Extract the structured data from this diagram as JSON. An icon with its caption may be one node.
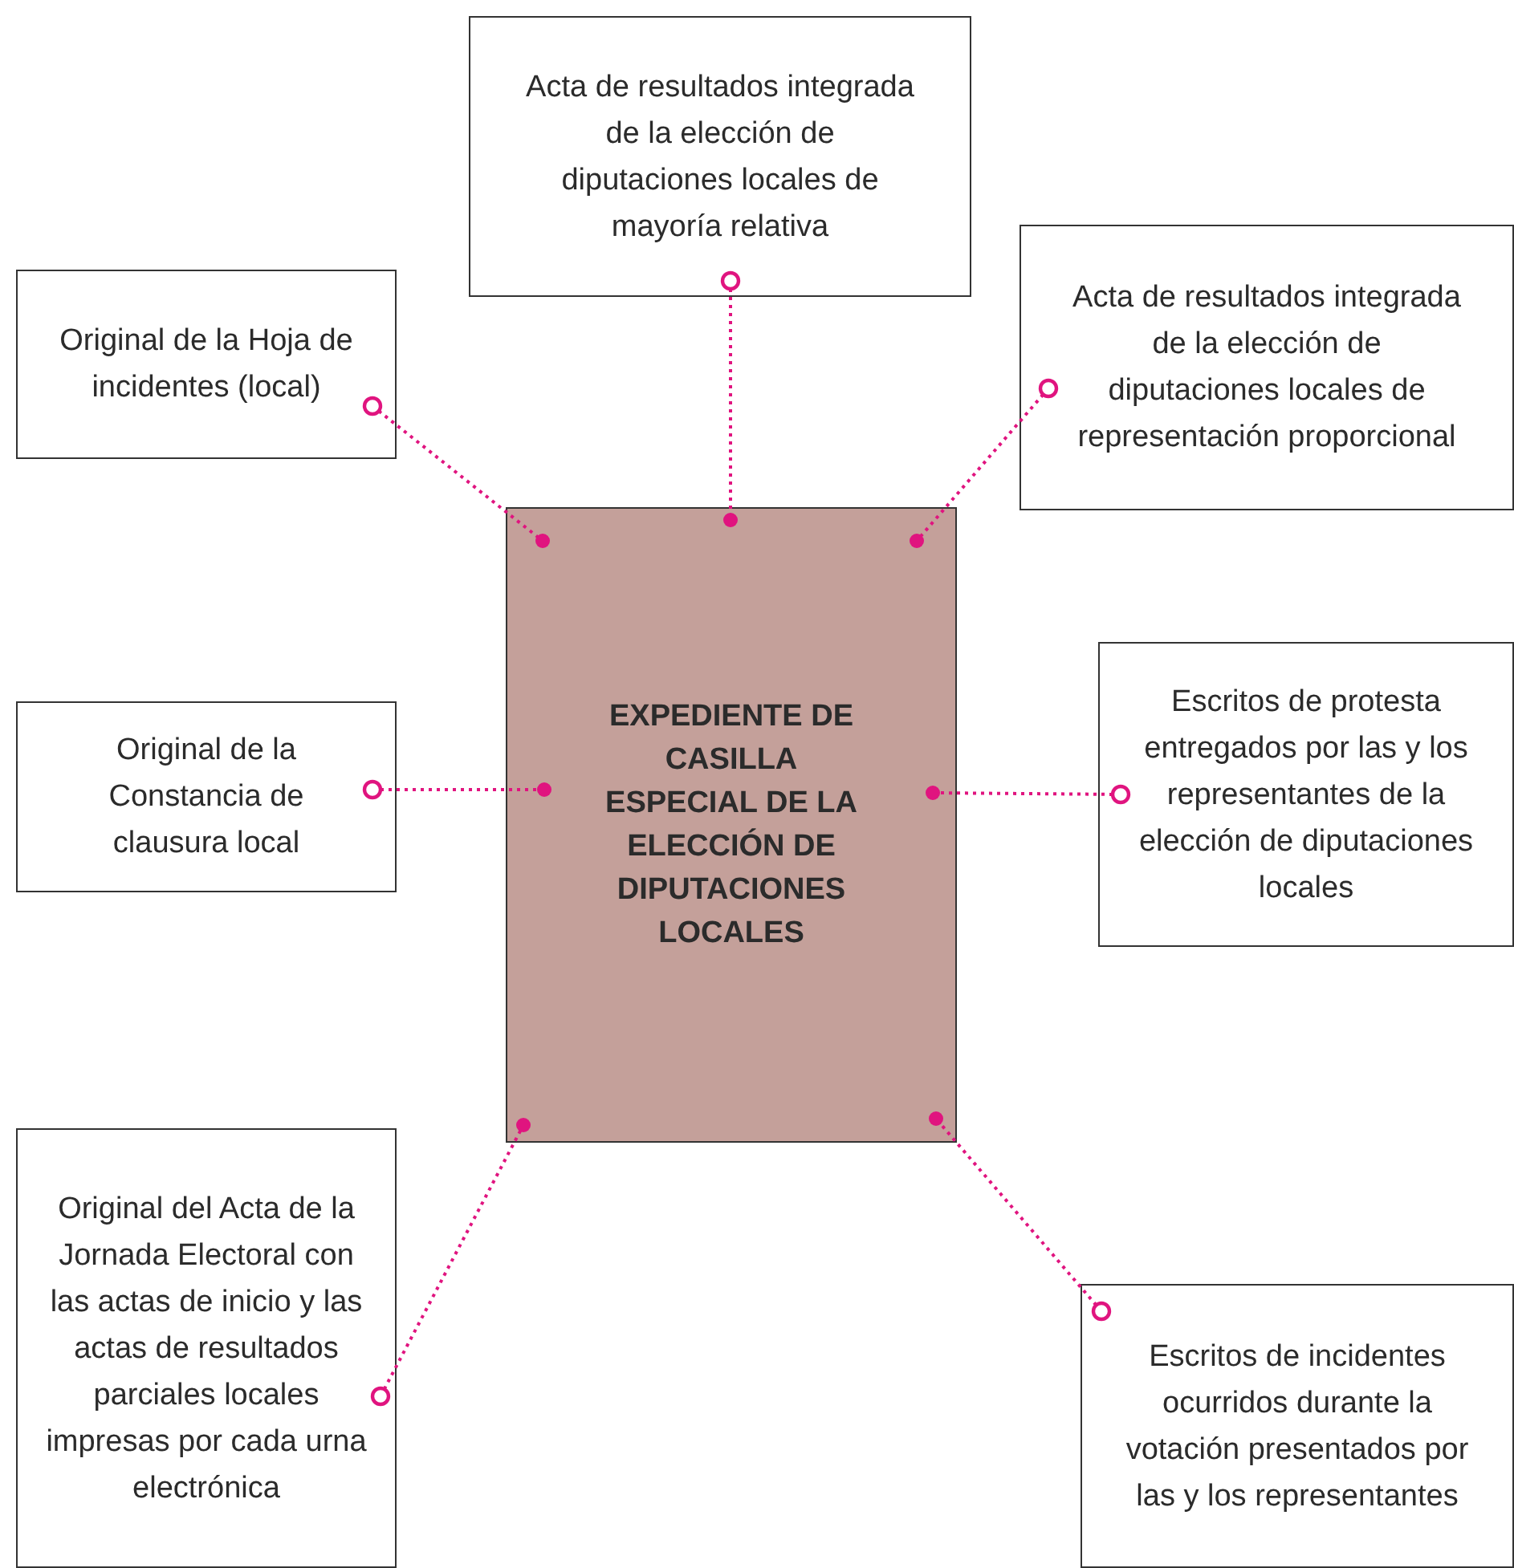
{
  "diagram": {
    "nodes": [
      {
        "text": [
          "Acta de resultados integrada de la elección de diputaciones locales de mayoría relativa"
        ]
      },
      {
        "text": [
          "Original de la Hoja de incidentes (local)"
        ]
      },
      {
        "text": [
          "Acta de resultados integrada de la elección de diputaciones locales de representación proporcional"
        ]
      },
      {
        "text": [
          "EXPEDIENTE DE CASILLA ESPECIAL DE LA ELECCIÓN DE DIPUTACIONES LOCALES"
        ]
      },
      {
        "text": [
          "Original de la Constancia de clausura local"
        ]
      },
      {
        "text": [
          "Escritos de protesta entregados por las y los representantes de la elección de diputaciones locales"
        ]
      },
      {
        "text": [
          "Original del Acta de la Jornada Electoral con las actas de inicio y las actas de resultados parciales locales impresas por cada urna electrónica"
        ]
      },
      {
        "text": [
          "Escritos de incidentes ocurridos durante la votación presentados por las y los representantes"
        ]
      }
    ],
    "edges": [
      {
        "from": 0,
        "to": 3,
        "arrow": "other"
      },
      {
        "from": 1,
        "to": 3,
        "arrow": "other"
      },
      {
        "from": 2,
        "to": 3,
        "arrow": "other"
      },
      {
        "from": 4,
        "to": 3,
        "arrow": "other"
      },
      {
        "from": 5,
        "to": 3,
        "arrow": "other"
      },
      {
        "from": 6,
        "to": 3,
        "arrow": "other"
      },
      {
        "from": 7,
        "to": 3,
        "arrow": "other"
      }
    ]
  }
}
